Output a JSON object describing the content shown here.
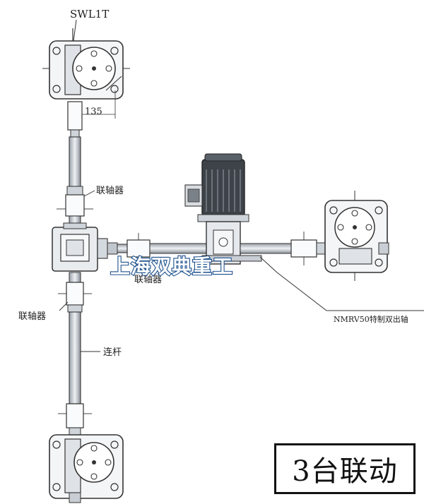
{
  "model_label": "SWL1T",
  "dimension_label": "135",
  "coupling_label": "联轴器",
  "connecting_rod_label": "连杆",
  "reducer_label": "NMRV50特制双出轴",
  "watermark": "上海双典重工",
  "title_box": "3台联动",
  "colors": {
    "line": "#333333",
    "fill_light": "#e8ebef",
    "fill_mid": "#c9ced5",
    "fill_dark": "#555a61",
    "watermark": "#1a4f8c"
  }
}
